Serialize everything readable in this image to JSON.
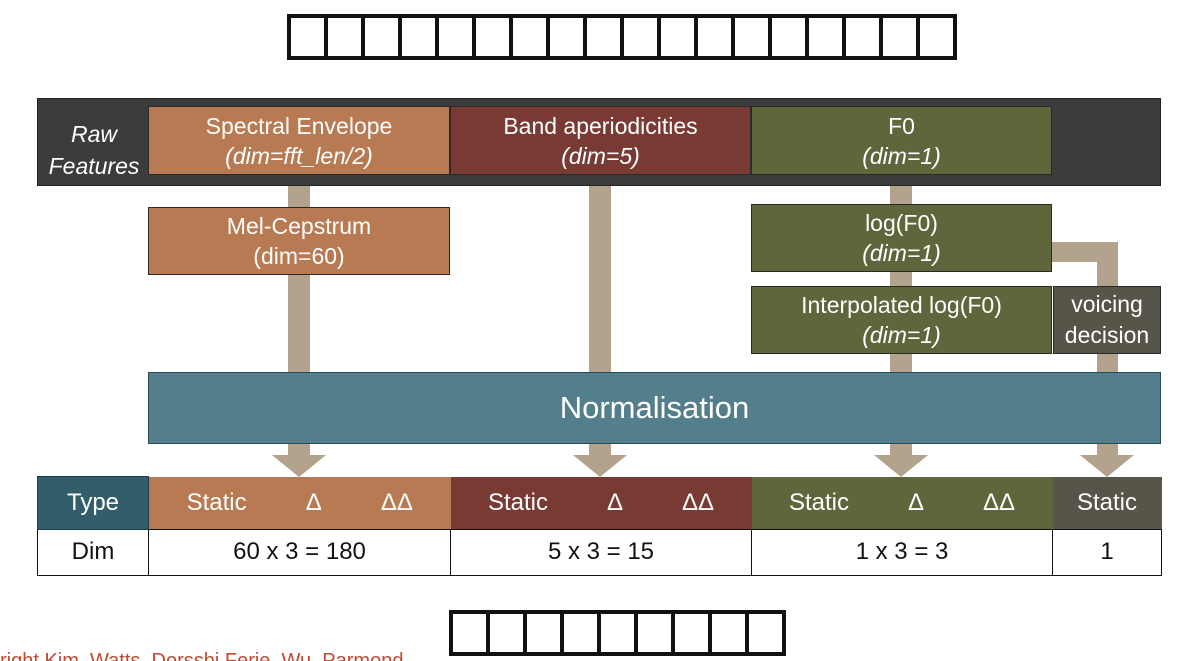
{
  "raw_features": {
    "label_line1": "Raw",
    "label_line2": "Features",
    "spectral_envelope": {
      "title": "Spectral Envelope",
      "dim": "(dim=fft_len/2)"
    },
    "band_aperiodicities": {
      "title": "Band aperiodicities",
      "dim": "(dim=5)"
    },
    "f0": {
      "title": "F0",
      "dim": "(dim=1)"
    }
  },
  "processing": {
    "mel_cepstrum": {
      "title": "Mel-Cepstrum",
      "dim": "(dim=60)"
    },
    "log_f0": {
      "title": "log(F0)",
      "dim": "(dim=1)"
    },
    "interp_log_f0": {
      "title": "Interpolated log(F0)",
      "dim": "(dim=1)"
    },
    "voicing": {
      "line1": "voicing",
      "line2": "decision"
    }
  },
  "normalisation": "Normalisation",
  "table": {
    "type_label": "Type",
    "dim_label": "Dim",
    "groups": [
      {
        "labels": [
          "Static",
          "Δ",
          "ΔΔ"
        ],
        "dim": "60 x 3 = 180",
        "color": "#b87a52"
      },
      {
        "labels": [
          "Static",
          "Δ",
          "ΔΔ"
        ],
        "dim": "5 x 3 = 15",
        "color": "#7a3a34"
      },
      {
        "labels": [
          "Static",
          "Δ",
          "ΔΔ"
        ],
        "dim": "1 x 3 = 3",
        "color": "#5e663c"
      },
      {
        "labels": [
          "Static"
        ],
        "dim": "1",
        "color": "#575449"
      }
    ],
    "type_color": "#325e6b"
  },
  "footer_text": "right Kim, Watts, Dorsshi Ferie, Wu, Parmond..."
}
